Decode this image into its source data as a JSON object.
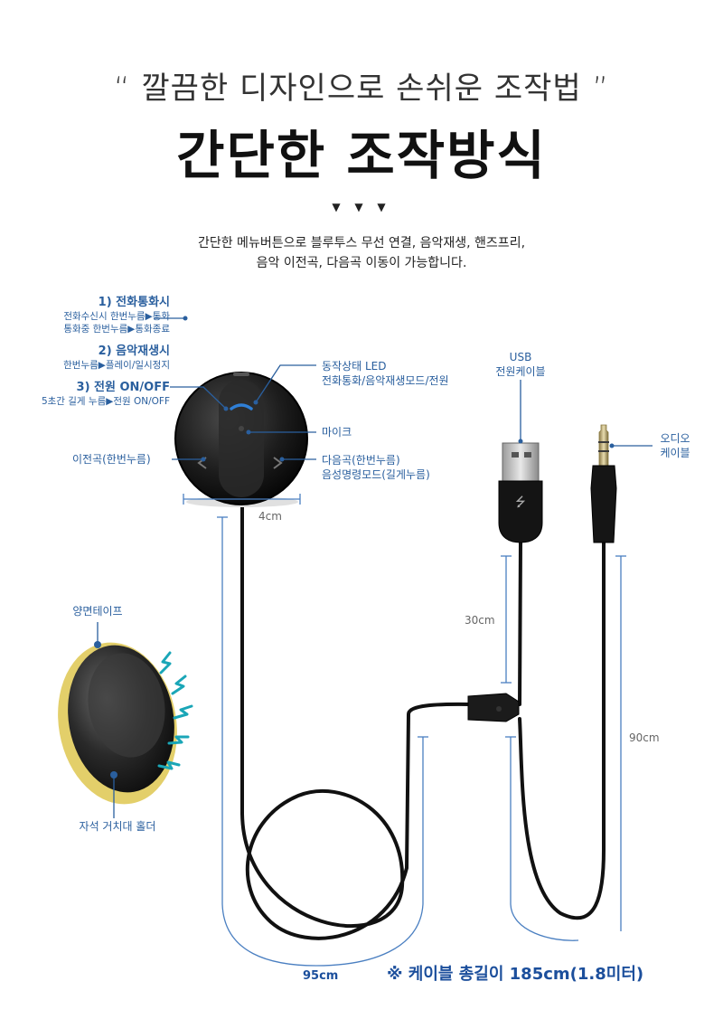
{
  "header": {
    "subtitle": "“ 깔끔한 디자인으로 손쉬운 조작법 ”",
    "title": "간단한 조작방식",
    "dots": "▼ ▼ ▼",
    "desc_line1": "간단한 메뉴버튼으로 블루투스 무선 연결, 음악재생, 핸즈프리,",
    "desc_line2": "음악 이전곡, 다음곡 이동이 가능합니다."
  },
  "callouts": {
    "call": {
      "title": "1) 전화통화시",
      "line1": "전화수신시 한번누름▶통화",
      "line2": "통화중 한번누름▶통화종료"
    },
    "music": {
      "title": "2) 음악재생시",
      "line1": "한번누름▶플레이/일시정지"
    },
    "power": {
      "title": "3) 전원 ON/OFF",
      "line1": "5초간 길게 누름▶전원 ON/OFF"
    },
    "prev": "이전곡(한번누름)",
    "led": {
      "line1": "동작상태 LED",
      "line2": "전화통화/음악재생모드/전원"
    },
    "mic": "마이크",
    "next": {
      "line1": "다음곡(한번누름)",
      "line2": "음성명령모드(길게누름)"
    },
    "usb": {
      "line1": "USB",
      "line2": "전원케이블"
    },
    "audio": {
      "line1": "오디오",
      "line2": "케이블"
    },
    "tape": "양면테이프",
    "holder": "자석 거치대 홀더"
  },
  "dimensions": {
    "width": "4cm",
    "usb_len": "30cm",
    "audio_len": "90cm",
    "loop_len": "95cm"
  },
  "cable_note": "※ 케이블 총길이  185cm(1.8미터)",
  "colors": {
    "accent": "#2a5f9e",
    "dim_line": "#4a7fc1",
    "cable": "#111111",
    "tape": "#e3cf6a"
  }
}
